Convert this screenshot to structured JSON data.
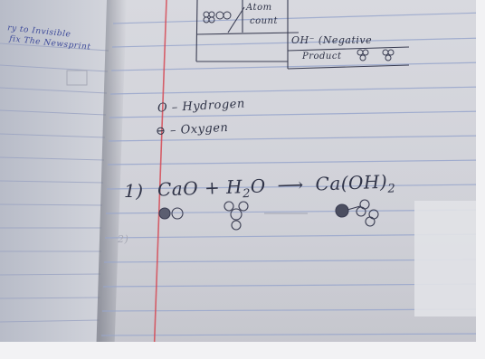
{
  "left_page": {
    "note_line_1": "ry to Invisible",
    "note_line_2": "fix The Newsprint"
  },
  "top_table": {
    "cell_1": "Atom",
    "cell_2": "count",
    "cell_3": "OH⁻ (Negative",
    "cell_4": "Product"
  },
  "legend": {
    "hydrogen": "O – Hydrogen",
    "oxygen": "⊖ – Oxygen"
  },
  "equation": {
    "number": "1)",
    "reactants": "CaO + H",
    "h_sub": "2",
    "o_after": "O",
    "arrow": "⟶",
    "product": "Ca(OH)",
    "product_sub": "2"
  },
  "faded_line": {
    "number": "2)"
  }
}
